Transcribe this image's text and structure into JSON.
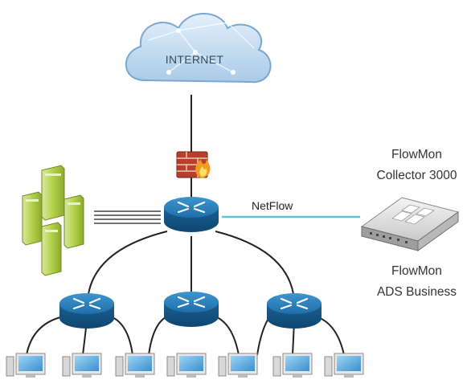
{
  "cloud": {
    "label": "INTERNET"
  },
  "link": {
    "label": "NetFlow"
  },
  "collector": {
    "line1": "FlowMon",
    "line2": "Collector 3000"
  },
  "ads": {
    "line1": "FlowMon",
    "line2": "ADS Business"
  },
  "icons": [
    "cloud-icon",
    "firewall-icon",
    "router-icon",
    "server-icon",
    "appliance-icon",
    "workstation-icon"
  ],
  "colors": {
    "router": "#1f76b4",
    "netflow_link": "#5fc2d6",
    "server": "#a9cc3a",
    "cloud": "#bcd8ee",
    "firewall": "#b6402a"
  }
}
